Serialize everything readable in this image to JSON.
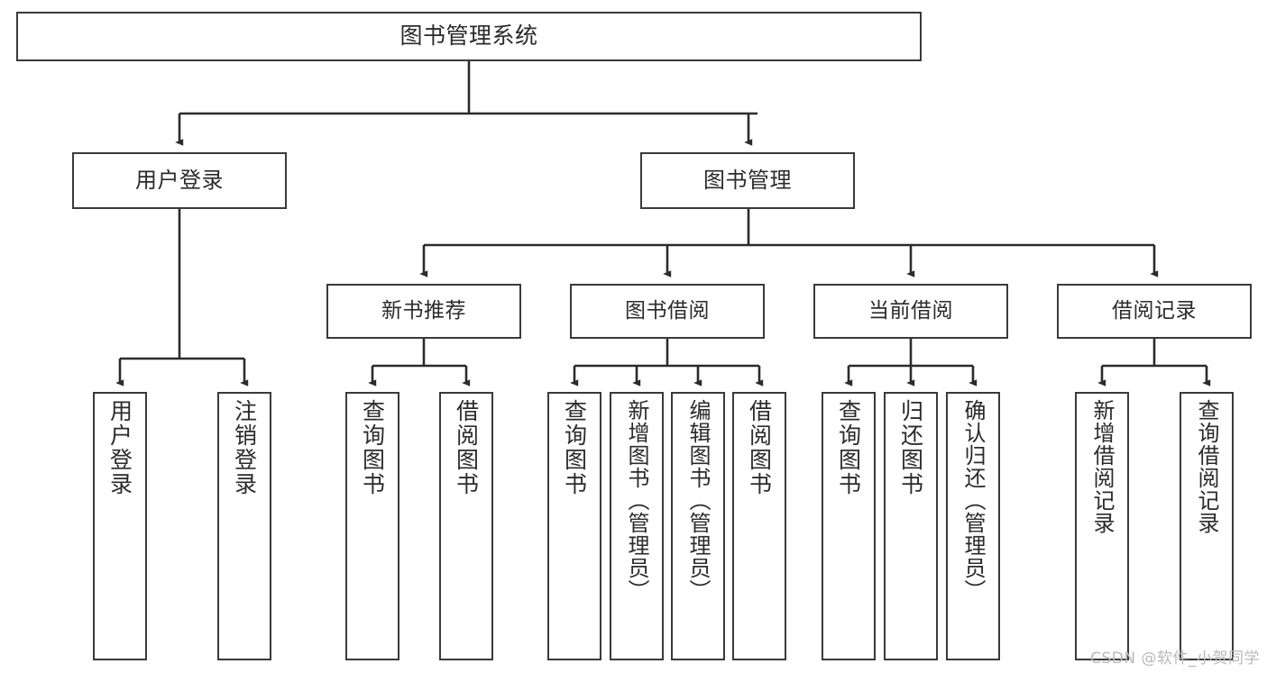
{
  "diagram": {
    "title": "图书管理系统",
    "type": "tree-hierarchy-chart",
    "colors": {
      "box_border": "#3a3a3a",
      "box_fill": "#ffffff",
      "edge": "#2b2b2b",
      "text": "#2b2b2b",
      "watermark": "#b9b9b9",
      "background": "#ffffff"
    },
    "root": {
      "label": "图书管理系统"
    },
    "level1": [
      {
        "label": "用户登录"
      },
      {
        "label": "图书管理"
      }
    ],
    "level2": [
      {
        "label": "新书推荐"
      },
      {
        "label": "图书借阅"
      },
      {
        "label": "当前借阅"
      },
      {
        "label": "借阅记录"
      }
    ],
    "leaves": {
      "user_login": [
        {
          "label": "用户登录"
        },
        {
          "label": "注销登录"
        }
      ],
      "new_book_recommend": [
        {
          "label": "查询图书"
        },
        {
          "label": "借阅图书"
        }
      ],
      "book_borrow": [
        {
          "label": "查询图书"
        },
        {
          "label": "新增图书（管理员）"
        },
        {
          "label": "编辑图书（管理员）"
        },
        {
          "label": "借阅图书"
        }
      ],
      "current_borrow": [
        {
          "label": "查询图书"
        },
        {
          "label": "归还图书"
        },
        {
          "label": "确认归还（管理员）"
        }
      ],
      "borrow_record": [
        {
          "label": "新增借阅记录"
        },
        {
          "label": "查询借阅记录"
        }
      ]
    }
  },
  "watermark": {
    "text": "CSDN @软件_小贺同学"
  }
}
